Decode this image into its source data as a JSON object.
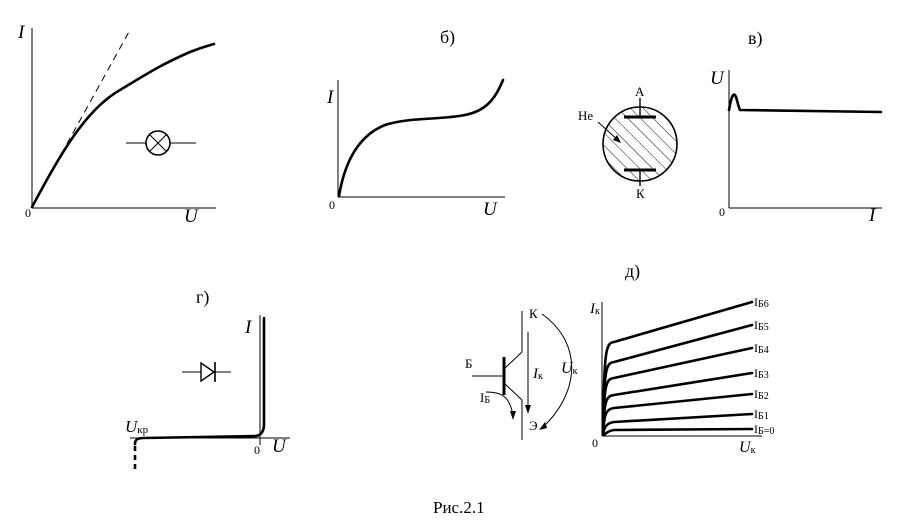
{
  "caption": "Рис.2.1",
  "panels": {
    "a": {
      "y_label": "I",
      "x_label": "U",
      "origin": "0"
    },
    "b": {
      "letter": "б)",
      "y_label": "I",
      "x_label": "U",
      "origin": "0"
    },
    "v": {
      "letter": "в)",
      "gas_label": "Не",
      "anode_label": "А",
      "cathode_label": "К",
      "y_label": "U",
      "x_label": "I",
      "origin": "0"
    },
    "g": {
      "letter": "г)",
      "y_label": "I",
      "x_label": "U",
      "origin": "0",
      "breakdown_main": "U",
      "breakdown_sub": "кр"
    },
    "d": {
      "letter": "д)",
      "transistor": {
        "collector": "К",
        "base": "Б",
        "emitter": "Э",
        "ik_main": "I",
        "ik_sub": "к",
        "uk_main": "U",
        "uk_sub": "к",
        "ib_main": "I",
        "ib_sub": "Б"
      },
      "y_main": "I",
      "y_sub": "к",
      "x_main": "U",
      "x_sub": "к",
      "origin": "0",
      "curve_labels": [
        {
          "main": "I",
          "sub": "Б6"
        },
        {
          "main": "I",
          "sub": "Б5"
        },
        {
          "main": "I",
          "sub": "Б4"
        },
        {
          "main": "I",
          "sub": "Б3"
        },
        {
          "main": "I",
          "sub": "Б2"
        },
        {
          "main": "I",
          "sub": "Б1"
        },
        {
          "main": "I",
          "sub": "Б=0"
        }
      ]
    }
  }
}
